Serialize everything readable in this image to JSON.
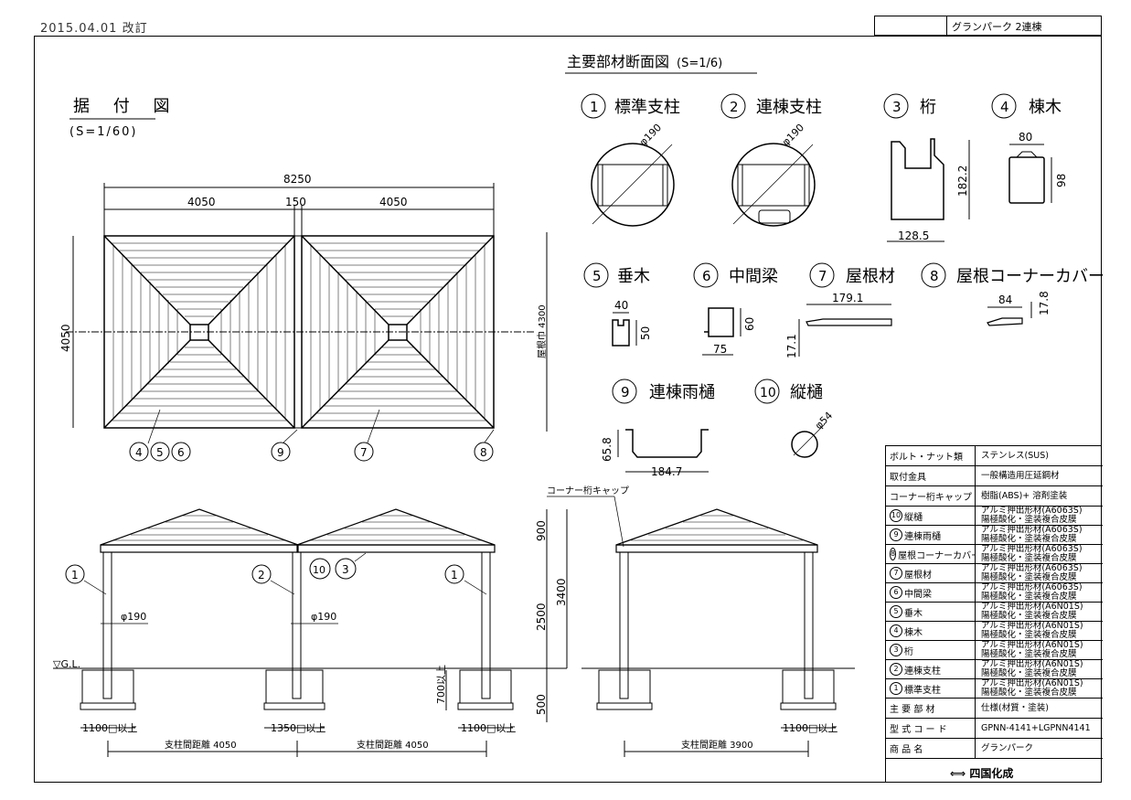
{
  "header": {
    "date": "2015.04.01 改訂",
    "product_title": "グランパーク 2連棟"
  },
  "plan": {
    "title": "据 付 図",
    "scale": "(S=1/60)",
    "dims": {
      "total": "8250",
      "left": "4050",
      "gap": "150",
      "right": "4050",
      "depth": "4050",
      "height_label": "屋根巾 4300"
    },
    "callouts": [
      "4",
      "5",
      "6",
      "9",
      "7",
      "8"
    ]
  },
  "section": {
    "title": "主要部材断面図",
    "scale": "(S=1/6)",
    "parts": [
      {
        "no": "1",
        "name": "標準支柱",
        "dim": "φ190"
      },
      {
        "no": "2",
        "name": "連棟支柱",
        "dim": "φ190"
      },
      {
        "no": "3",
        "name": "桁",
        "dim_w": "128.5",
        "dim_h": "182.2"
      },
      {
        "no": "4",
        "name": "棟木",
        "dim_w": "80",
        "dim_h": "98"
      },
      {
        "no": "5",
        "name": "垂木",
        "dim_w": "40",
        "dim_h": "50"
      },
      {
        "no": "6",
        "name": "中間梁",
        "dim_w": "75",
        "dim_h": "60"
      },
      {
        "no": "7",
        "name": "屋根材",
        "dim_w": "179.1",
        "dim_h": "17.1"
      },
      {
        "no": "8",
        "name": "屋根コーナーカバー",
        "dim_w": "84",
        "dim_h": "17.8"
      },
      {
        "no": "9",
        "name": "連棟雨樋",
        "dim_w": "184.7",
        "dim_h": "65.8"
      },
      {
        "no": "10",
        "name": "縦樋",
        "dim": "φ54"
      }
    ]
  },
  "elevation": {
    "corner_cap": "コーナー桁キャップ",
    "gl": "▽G.L.",
    "dims": {
      "roof": "900",
      "post": "2500",
      "total": "3400",
      "embed": "700以上",
      "base": "500"
    },
    "post_dia": "φ190",
    "footing": [
      "1100□以上",
      "1350□以上",
      "1100□以上",
      "1100□以上"
    ],
    "span_labels": [
      "支柱間距離 4050",
      "支柱間距離 4050",
      "支柱間距離 3900"
    ],
    "callouts": [
      "1",
      "2",
      "10",
      "3",
      "1"
    ]
  },
  "spec_table": {
    "rows": [
      {
        "label": "ボルト・ナット類",
        "value": "ステンレス(SUS)"
      },
      {
        "label": "取付金具",
        "value": "一般構造用圧延鋼材"
      },
      {
        "label": "コーナー桁キャップ",
        "value": "樹脂(ABS)+ 溶剤塗装"
      },
      {
        "no": "10",
        "label": "縦樋",
        "value": "アルミ押出形材(A6063S)",
        "value2": "陽極酸化・塗装複合皮膜"
      },
      {
        "no": "9",
        "label": "連棟雨樋",
        "value": "アルミ押出形材(A6063S)",
        "value2": "陽極酸化・塗装複合皮膜"
      },
      {
        "no": "8",
        "label": "屋根コーナーカバー",
        "value": "アルミ押出形材(A6063S)",
        "value2": "陽極酸化・塗装複合皮膜"
      },
      {
        "no": "7",
        "label": "屋根材",
        "value": "アルミ押出形材(A6063S)",
        "value2": "陽極酸化・塗装複合皮膜"
      },
      {
        "no": "6",
        "label": "中間梁",
        "value": "アルミ押出形材(A6063S)",
        "value2": "陽極酸化・塗装複合皮膜"
      },
      {
        "no": "5",
        "label": "垂木",
        "value": "アルミ押出形材(A6N01S)",
        "value2": "陽極酸化・塗装複合皮膜"
      },
      {
        "no": "4",
        "label": "棟木",
        "value": "アルミ押出形材(A6N01S)",
        "value2": "陽極酸化・塗装複合皮膜"
      },
      {
        "no": "3",
        "label": "桁",
        "value": "アルミ押出形材(A6N01S)",
        "value2": "陽極酸化・塗装複合皮膜"
      },
      {
        "no": "2",
        "label": "連棟支柱",
        "value": "アルミ押出形材(A6N01S)",
        "value2": "陽極酸化・塗装複合皮膜"
      },
      {
        "no": "1",
        "label": "標準支柱",
        "value": "アルミ押出形材(A6N01S)",
        "value2": "陽極酸化・塗装複合皮膜"
      },
      {
        "label": "主 要 部 材",
        "value": "仕様(材質・塗装)"
      },
      {
        "label": "型 式 コ ー ド",
        "value": "GPNN-4141+LGPNN4141"
      },
      {
        "label": "商 品 名",
        "value": "グランパーク"
      }
    ],
    "maker": "⟺ 四国化成"
  }
}
